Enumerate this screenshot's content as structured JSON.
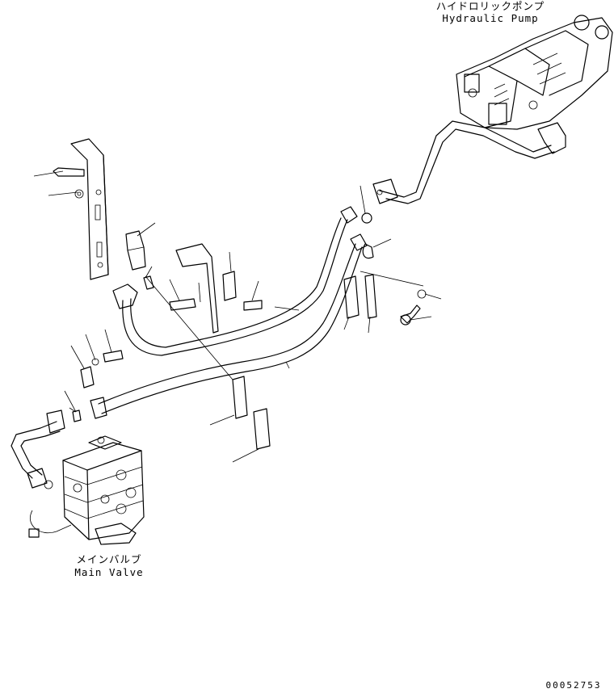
{
  "labels": {
    "pump_jp": "ハイドロリックポンプ",
    "pump_en": "Hydraulic Pump",
    "valve_jp": "メインバルブ",
    "valve_en": "Main Valve",
    "drawing_number": "00052753"
  }
}
